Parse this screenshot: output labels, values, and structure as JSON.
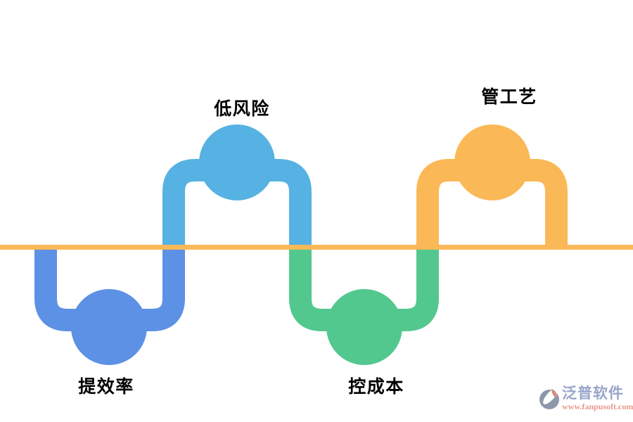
{
  "diagram": {
    "type": "alternating-wave-process",
    "baseline": {
      "color": "#FBB858",
      "orientation": "horizontal"
    },
    "nodes": [
      {
        "label": "提效率",
        "color": "#5C91E5",
        "side": "below"
      },
      {
        "label": "低风险",
        "color": "#55B2E2",
        "side": "above"
      },
      {
        "label": "控成本",
        "color": "#52C88F",
        "side": "below"
      },
      {
        "label": "管工艺",
        "color": "#FBB857",
        "side": "above"
      }
    ]
  },
  "watermark": {
    "brand": "泛普软件",
    "url": "www.fanpusoft.com",
    "brand_color": "#99A5C9",
    "url_color": "#E9998E",
    "icon_gray": "#8D98A9",
    "icon_salmon": "#D88D7D"
  }
}
